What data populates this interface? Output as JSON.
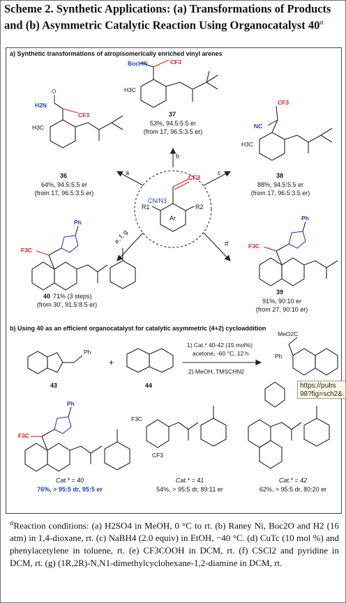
{
  "caption": {
    "text": "Scheme 2. Synthetic Applications: (a) Transformations of Products and (b) Asymmetric Catalytic Reaction Using Organocatalyst 40",
    "sup": "a"
  },
  "section_a": "a) Synthetic transformations of atropisomerically enriched vinyl arenes",
  "section_b": "b) Using 40 as an efficient organocatalyst for catalytic asymmetric (4+2) cycloaddition",
  "center": {
    "n3": "CN/N3",
    "cf3": "CF3",
    "r1": "R1",
    "r2": "R2",
    "ar": "Ar"
  },
  "arrows": {
    "a": "a",
    "b": "b",
    "c": "c",
    "d": "d",
    "efg": "e, f, g"
  },
  "compounds": {
    "c37": {
      "id": "37",
      "line1": "53%, 94.5:5.5 er",
      "line2": "(from 17, 96.5:3.5 er)",
      "boc": "BocHN",
      "cf3": "CF3",
      "me": "H3C"
    },
    "c36": {
      "id": "36",
      "line1": "64%, 94.5:5.5 er",
      "line2": "(from 17, 96.5:3.5 er)",
      "nh2": "H2N",
      "o": "O",
      "cf3": "CF3",
      "me": "H3C"
    },
    "c38": {
      "id": "38",
      "line1": "88%, 94.5:5.5 er",
      "line2": "(from 17, 96.5:3.5 er)",
      "nc": "NC",
      "cf3": "CF3",
      "me": "H3C"
    },
    "c40": {
      "id": "40",
      "line1": "71% (3 steps)",
      "line2": "(from 30', 91.5:8.5 er)",
      "f3c": "F3C",
      "ph": "Ph"
    },
    "c39": {
      "id": "39",
      "line1": "91%, 90:10 er",
      "line2": "(from 27, 90:10 er)",
      "f3c": "F3C",
      "ph": "Ph"
    }
  },
  "reaction": {
    "sm43": "43",
    "sm44": "44",
    "ph": "Ph",
    "plus": "+",
    "cond1": "1) Cat.* 40-42 (15 mol%)",
    "cond2": "acetone, -60 °C, 12 h",
    "cond3": "2) MeOH, TMSCHN2",
    "prod_ester": "MeO2C",
    "prod_ph": "Ph"
  },
  "catalysts": [
    {
      "label": "Cat.* = 40",
      "result": "76%, > 95:5 dr, 95:5 er",
      "color": "#1f3fbf"
    },
    {
      "label": "Cat.* = 41",
      "result": "54%, > 95:5 dr, 89:11 er",
      "color": "#111111"
    },
    {
      "label": "Cat.* = 42",
      "result": "62%, > 95:5 dr, 80:20 er",
      "color": "#111111"
    }
  ],
  "cat41": {
    "f3c_top": "F3C",
    "cf3_bottom": "CF3"
  },
  "tooltip": {
    "line1": "https://pubs",
    "line2": "98?fig=sch2&"
  },
  "footnote": {
    "sup": "a",
    "text": "Reaction conditions: (a) H2SO4 in MeOH, 0 °C to rt. (b) Raney Ni, Boc2O and H2 (16 atm) in 1,4-dioxane, rt. (c) NaBH4 (2.0 equiv) in EtOH, −40 °C. (d) CuTc (10 mol %) and phenylacetylene in toluene, rt. (e) CF3COOH in DCM, rt. (f) CSCl2 and pyridine in DCM, rt. (g) (1R,2R)-N,N1-dimethylcyclohexane-1,2-diamine in DCM, rt."
  },
  "colors": {
    "red": "#e0201c",
    "blue": "#1f3fbf"
  }
}
